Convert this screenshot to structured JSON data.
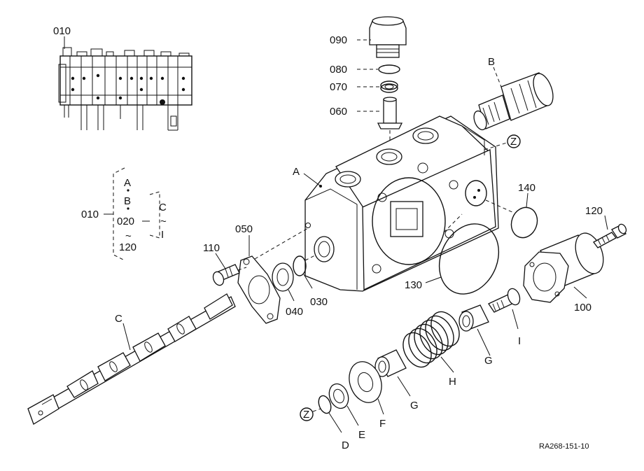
{
  "drawing_code": "RA268-151-10",
  "callouts": {
    "p010_top": "010",
    "p090": "090",
    "p080": "080",
    "p070": "070",
    "p060": "060",
    "pB": "B",
    "pZ_top": "Z",
    "pA": "A",
    "p140": "140",
    "p120": "120",
    "p010_left": "010",
    "p020": "020",
    "p120_range": "120",
    "pA_range": "A",
    "pB_range": "B",
    "pC_range": "C",
    "pI_range": "I",
    "tilde": "~",
    "p050": "050",
    "p110": "110",
    "p030": "030",
    "p040": "040",
    "p130": "130",
    "p100": "100",
    "pC": "C",
    "pI": "I",
    "pG_upper": "G",
    "pH": "H",
    "pG_lower": "G",
    "pF": "F",
    "pE": "E",
    "pD": "D",
    "pZ_bottom": "Z"
  }
}
